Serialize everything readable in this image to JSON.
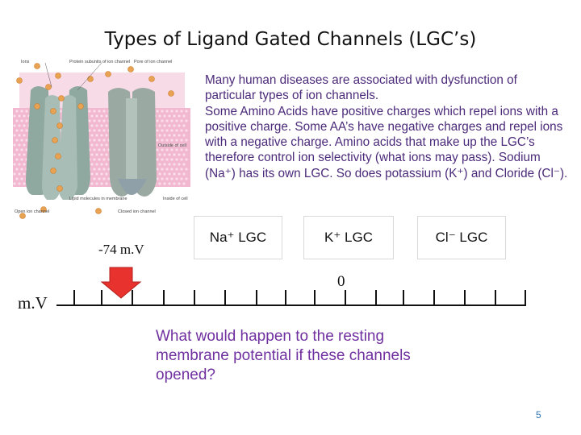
{
  "title": "Types of Ligand Gated Channels (LGC’s)",
  "body_text": [
    "Many human diseases are associated with dysfunction of particular types of ion channels.",
    "Some Amino Acids have positive charges which repel ions with a positive charge. Some AA’s have negative charges and repel ions with a negative charge. Amino acids that make up the LGC’s therefore control ion selectivity (what ions may pass).  Sodium (Na⁺) has its own LGC. So does potassium (K⁺) and Cloride (Cl⁻)."
  ],
  "illustration": {
    "labels": {
      "ions": "Ions",
      "protein_subunits": "Protein subunits of ion channel",
      "pore": "Pore of ion channel",
      "outside": "Outside of cell",
      "inside": "Inside of cell",
      "lipid": "Lipid molecules in membrane",
      "open_channel": "Open ion channel",
      "closed_channel": "Closed ion channel"
    }
  },
  "channel_boxes": {
    "na": "Na⁺ LGC",
    "k": "K⁺ LGC",
    "cl": "Cl⁻ LGC"
  },
  "scale": {
    "marker_value": "-74 m.V",
    "zero_label": "0",
    "unit_label": "m.V"
  },
  "question": "What would happen to the resting membrane potential if these channels opened?",
  "page_number": "5",
  "colors": {
    "body_text": "#4b2a7a",
    "question": "#7030a0",
    "arrow": "#e8322e",
    "membrane": "#f2b8d0",
    "page_number": "#2e75b6"
  }
}
